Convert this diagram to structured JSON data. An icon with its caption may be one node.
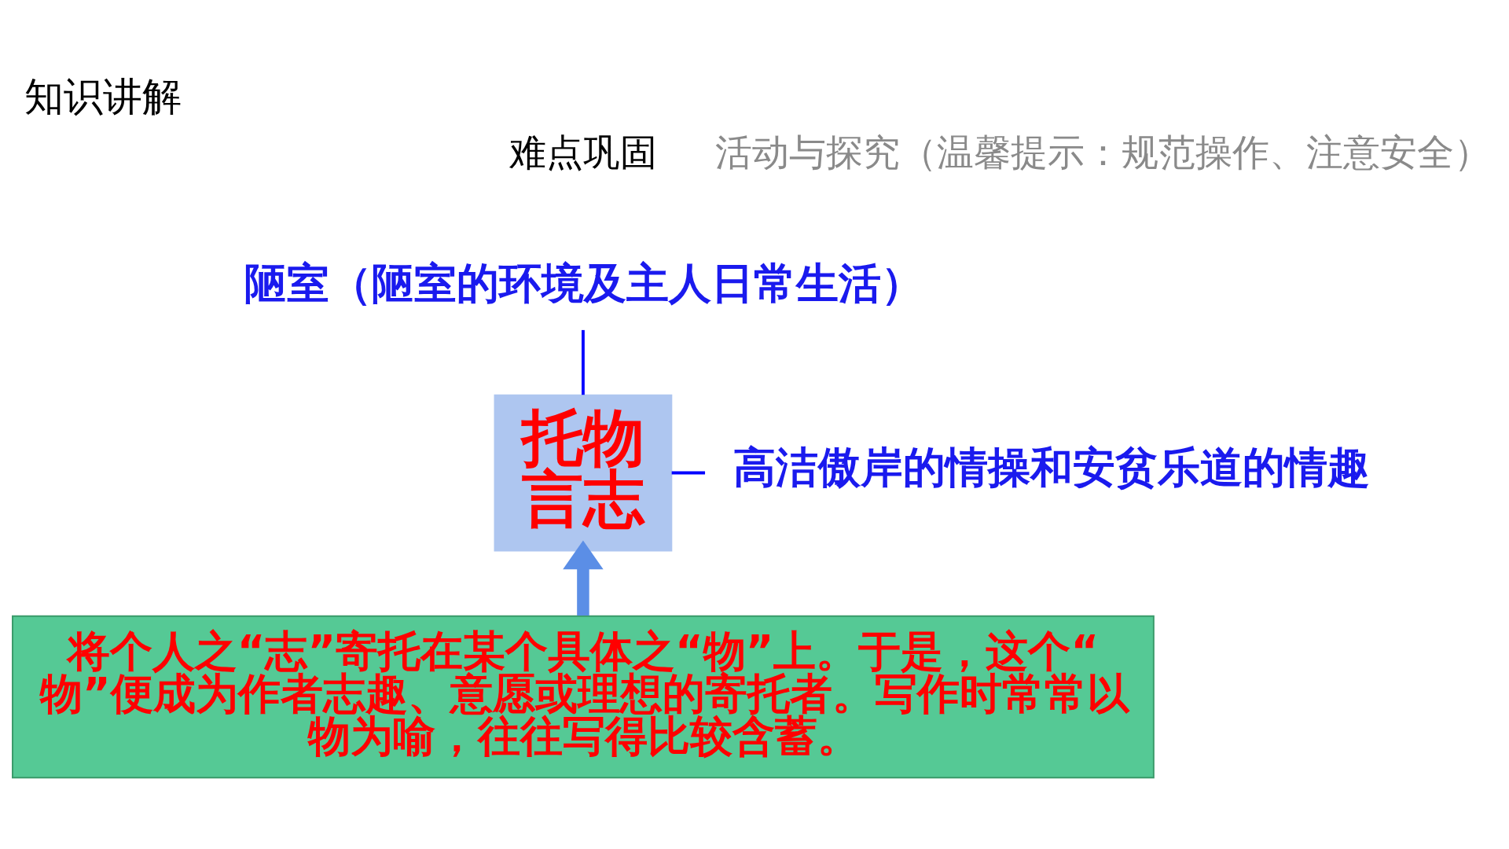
{
  "diagram": {
    "title": "知识讲解",
    "nodes": [
      {
        "text": [
          "托物言志"
        ]
      },
      {
        "text": [
          "陋室（陋室的环境及主人日常生活）"
        ]
      },
      {
        "text": [
          "高洁傲岸的情操和安贫乐道的情趣"
        ]
      },
      {
        "text": [
          "将个人之“志”寄托在某个具体之“物”上。于是，这个“物”便成为作者志趣、意愿或理想的寄托者。写作时常常以物为喻，往往写得比较含蓄。"
        ]
      }
    ],
    "edges": [
      {
        "from": 0,
        "to": 1,
        "arrow": "none"
      },
      {
        "from": 0,
        "to": 2,
        "arrow": "none"
      },
      {
        "from": 3,
        "to": 0,
        "arrow": "to",
        "style": "thick",
        "color": "#5b8ee6"
      }
    ],
    "labels": [
      "活动与探究（温馨提示：规范操作、注意安全）",
      "难点巩固"
    ]
  }
}
